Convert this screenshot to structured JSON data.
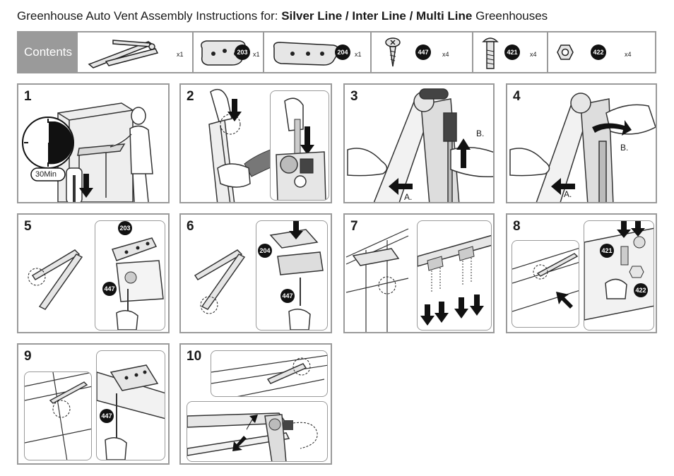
{
  "title": {
    "prefix": "Greenhouse Auto Vent Assembly Instructions for: ",
    "bold": "Silver Line / Inter Line / Multi Line",
    "suffix": " Greenhouses"
  },
  "contents": {
    "label": "Contents",
    "items": [
      {
        "icon": "vent-opener-arm-icon",
        "number": "",
        "qty": "x1"
      },
      {
        "icon": "bracket-plate-icon",
        "number": "203",
        "qty": "x1"
      },
      {
        "icon": "long-bracket-plate-icon",
        "number": "204",
        "qty": "x1"
      },
      {
        "icon": "screw-icon",
        "number": "447",
        "qty": "x4"
      },
      {
        "icon": "bolt-icon",
        "number": "421",
        "qty": "x4"
      },
      {
        "icon": "nut-icon",
        "number": "422",
        "qty": "x4"
      }
    ]
  },
  "steps": [
    {
      "number": "1",
      "timer": "30Min"
    },
    {
      "number": "2"
    },
    {
      "number": "3",
      "label_a": "A.",
      "label_b": "B."
    },
    {
      "number": "4",
      "label_a": "A.",
      "label_b": "B."
    },
    {
      "number": "5",
      "part_top": "203",
      "part_bottom": "447"
    },
    {
      "number": "6",
      "part_top": "204",
      "part_bottom": "447"
    },
    {
      "number": "7"
    },
    {
      "number": "8",
      "part_left": "421",
      "part_right": "422"
    },
    {
      "number": "9",
      "part": "447"
    },
    {
      "number": "10"
    }
  ]
}
